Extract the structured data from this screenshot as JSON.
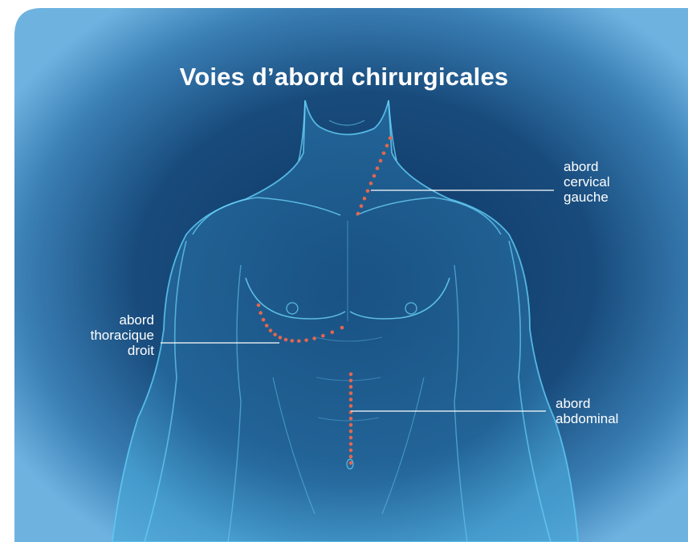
{
  "title": "Voies d’abord chirurgicales",
  "callouts": {
    "cervical": {
      "lines": [
        "abord",
        "cervical",
        "gauche"
      ]
    },
    "thoracique": {
      "lines": [
        "abord",
        "thoracique",
        "droit"
      ]
    },
    "abdominal": {
      "lines": [
        "abord",
        "abdominal"
      ]
    }
  },
  "colors": {
    "background_dark": "#0f3a68",
    "background_light": "#5fa9da",
    "body_outline": "#5ec9f2",
    "incision_dots": "#e2674f",
    "leader_line": "#ffffff"
  }
}
